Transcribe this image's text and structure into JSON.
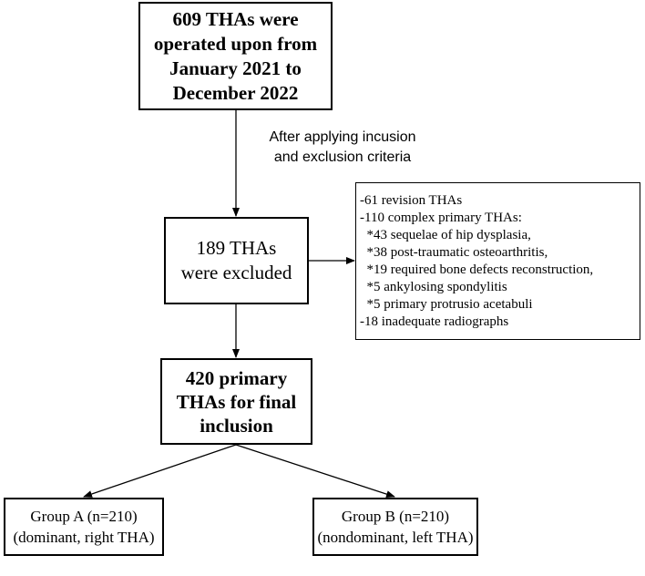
{
  "boxes": {
    "total": {
      "lines": [
        "609 THAs were",
        "operated upon from",
        "January 2021 to",
        "December 2022"
      ]
    },
    "excluded": {
      "lines": [
        "189 THAs",
        "were excluded"
      ]
    },
    "included": {
      "lines": [
        "420 primary",
        "THAs for final",
        "inclusion"
      ]
    },
    "group_a": {
      "lines": [
        "Group A (n=210)",
        "(dominant, right THA)"
      ]
    },
    "group_b": {
      "lines": [
        "Group B (n=210)",
        "(nondominant, left THA)"
      ]
    },
    "exclusion_reasons": {
      "lines": [
        "-61 revision THAs",
        "-110 complex primary THAs:",
        "  *43 sequelae of hip dysplasia,",
        "  *38 post-traumatic osteoarthritis,",
        "  *19 required bone defects reconstruction,",
        "  *5 ankylosing spondylitis",
        "  *5 primary protrusio acetabuli",
        "-18 inadequate radiographs"
      ]
    }
  },
  "annotation": {
    "lines": [
      "After applying incusion",
      "and exclusion criteria"
    ]
  }
}
